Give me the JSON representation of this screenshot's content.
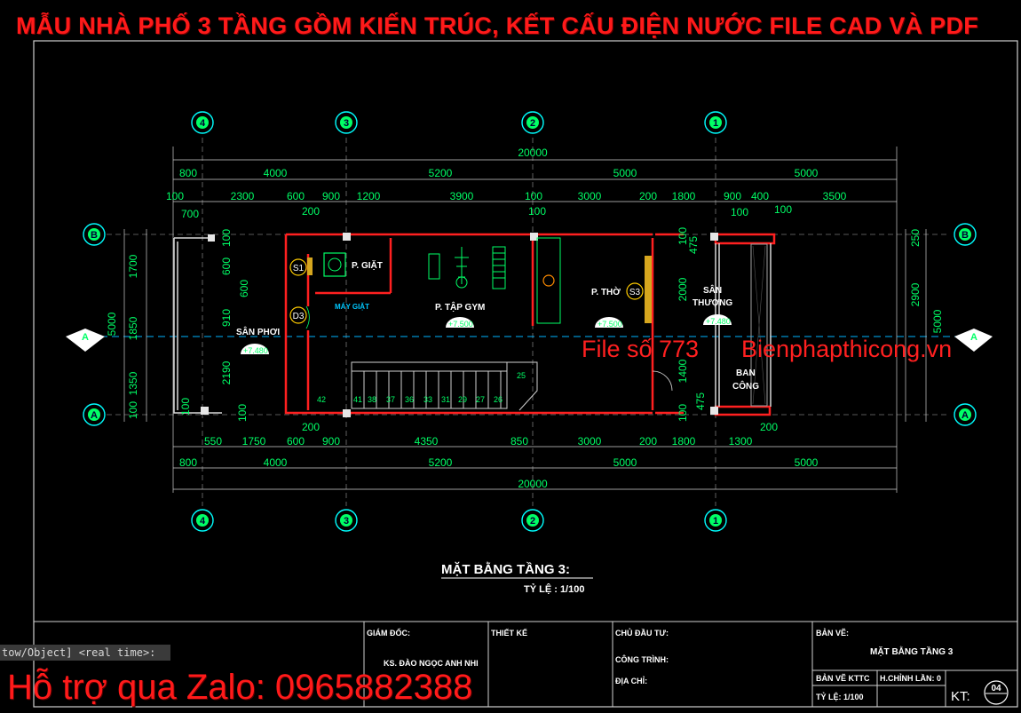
{
  "banner_title": "MẪU NHÀ PHỐ 3 TẦNG GỒM KIẾN TRÚC, KẾT CẤU ĐIỆN NƯỚC FILE CAD VÀ PDF",
  "watermark": {
    "file_no": "File số 773",
    "site": "Bienphapthicong.vn"
  },
  "command_line": "tow/Object] <real time>:",
  "support": "Hỗ trợ qua Zalo: 0965882388",
  "plan": {
    "title": "MẶT BẰNG TẦNG 3:",
    "scale": "TỶ LỆ : 1/100",
    "axes_numbers": [
      "4",
      "3",
      "2",
      "1"
    ],
    "axes_letters": [
      "B",
      "A",
      "A",
      "B"
    ],
    "overall_dim": "20000",
    "dims_top_row1": [
      "800",
      "4000",
      "5200",
      "5000",
      "5000"
    ],
    "dims_top_row2": [
      "100",
      "2300",
      "600",
      "900",
      "1200",
      "3900",
      "100",
      "3000",
      "200",
      "1800",
      "900",
      "400",
      "3500"
    ],
    "dims_top_row3": [
      "700",
      "200",
      "100",
      "100",
      "100"
    ],
    "dims_bottom_row1": [
      "550",
      "1750",
      "600",
      "900",
      "4350",
      "850",
      "3000",
      "200",
      "1800",
      "1300"
    ],
    "dims_bottom_extra": [
      "200",
      "200"
    ],
    "dims_bottom_row2": [
      "800",
      "4000",
      "5200",
      "5000",
      "5000"
    ],
    "left_dims": [
      "1700",
      "5000",
      "1850",
      "1350",
      "100",
      "100"
    ],
    "inner_left_dims": [
      "100",
      "600",
      "600",
      "910",
      "2190",
      "100"
    ],
    "inner_right_dims": [
      "475",
      "2000",
      "1400",
      "475",
      "100",
      "100"
    ],
    "right_dims": [
      "250",
      "2900",
      "5000"
    ],
    "rooms": {
      "laundry": "P. GIẶT",
      "washer": "MÁY GIẶT",
      "gym": "P. TẬP GYM",
      "worship": "P. THỜ",
      "terrace": "SÂN THƯỢNG",
      "drying": "SÂN PHƠI",
      "balcony": "BAN CÔNG"
    },
    "levels": {
      "gym": "+7.500",
      "worship": "+7.500",
      "terrace": "+7.480",
      "drying": "+7.480"
    },
    "doors": [
      "S1",
      "D3",
      "S3"
    ],
    "stair_steps": [
      "42",
      "41",
      "38",
      "37",
      "36",
      "33",
      "31",
      "29",
      "27",
      "26",
      "25"
    ]
  },
  "title_block": {
    "director_label": "GIÁM ĐỐC:",
    "director_name": "KS. ĐÀO NGỌC ANH NHI",
    "designer_label": "THIẾT KẾ",
    "owner_label": "CHỦ ĐẦU TƯ:",
    "project_label": "CÔNG TRÌNH:",
    "address_label": "ĐỊA CHỈ:",
    "drawing_label": "BẢN VẼ:",
    "drawing_name": "MẶT BẰNG TẦNG 3",
    "drawing_type": "BẢN VẼ KTTC",
    "revision": "H.CHỈNH LẦN: 0",
    "scale": "TỶ LỆ: 1/100",
    "sheet_prefix": "KT:",
    "sheet_no": "04"
  },
  "colors": {
    "background": "#000000",
    "dim": "#00ff00",
    "wall": "#ff2020",
    "axis": "#00ffff",
    "text": "#ffffff",
    "banner": "#ff1a1a"
  }
}
